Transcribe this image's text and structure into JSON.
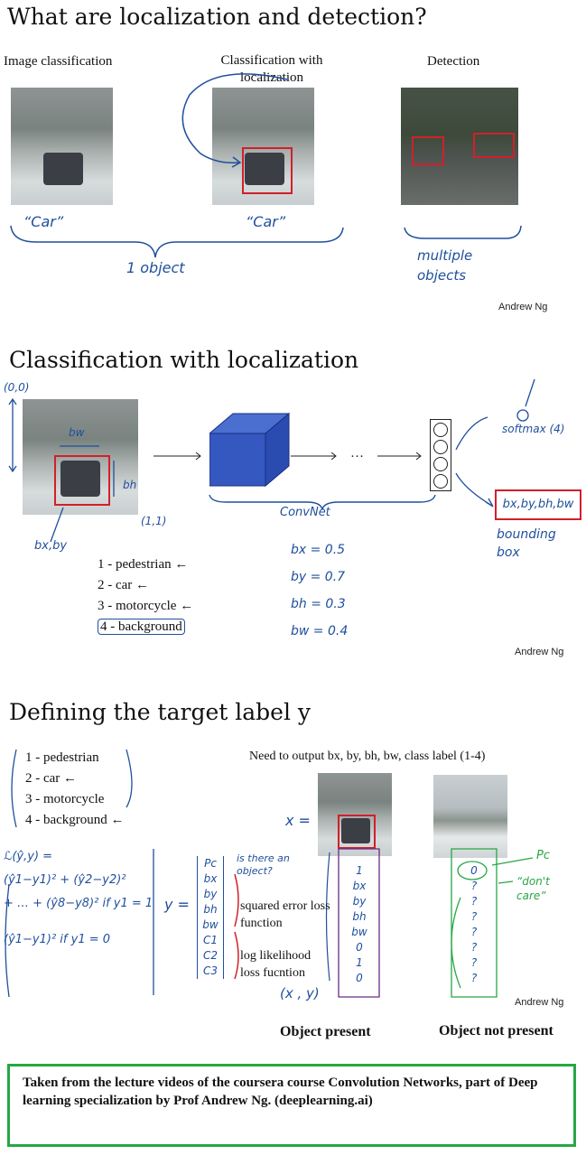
{
  "slide1": {
    "title": "What are localization and detection?",
    "col_image_classification": "Image classification",
    "col_classification_localization": "Classification with localization",
    "col_detection": "Detection",
    "note_car_1": "“Car”",
    "note_car_2": "“Car”",
    "note_one_object": "1 object",
    "note_multiple_objects": "multiple objects",
    "author": "Andrew Ng"
  },
  "slide2": {
    "title": "Classification with localization",
    "origin": "(0,0)",
    "corner": "(1,1)",
    "bw_label": "bw",
    "bh_label": "bh",
    "bxby_label": "bx,by",
    "convnet_label": "ConvNet",
    "softmax_label": "softmax (4)",
    "bbox_output": "bx,by,bh,bw",
    "bbox_label": "bounding box",
    "classes": [
      "1 - pedestrian ←",
      "2 - car ←",
      "3 - motorcycle ←",
      "4 - background"
    ],
    "values": [
      "bx = 0.5",
      "by = 0.7",
      "bh = 0.3",
      "bw = 0.4"
    ],
    "author": "Andrew Ng"
  },
  "slide3": {
    "title": "Defining the target label y",
    "classes": [
      "1 - pedestrian",
      "2 - car ←",
      "3 - motorcycle",
      "4 - background ←"
    ],
    "need_output": "Need to output bx, by, bh, bw, class label (1-4)",
    "x_eq": "x =",
    "loss_lines": [
      "ℒ(ŷ,y) =",
      "(ŷ1−y1)² + (ŷ2−y2)²",
      "+ … + (ŷ8−y8)²   if y1 = 1",
      "(ŷ1−y1)²       if y1 = 0"
    ],
    "y_eq": "y =",
    "y_vector": [
      "Pc",
      "bx",
      "by",
      "bh",
      "bw",
      "C1",
      "C2",
      "C3"
    ],
    "is_there_object": "is there an object?",
    "squared_error": "squared error loss function",
    "log_likelihood": "log likelihood loss fucntion",
    "present_vector": [
      "1",
      "bx",
      "by",
      "bh",
      "bw",
      "0",
      "1",
      "0"
    ],
    "not_present_vector": [
      "0",
      "?",
      "?",
      "?",
      "?",
      "?",
      "?",
      "?"
    ],
    "xy_pair": "(x , y)",
    "pc_note": "Pc",
    "dont_care": "“don't care”",
    "object_present": "Object present",
    "object_not_present": "Object not present",
    "author": "Andrew Ng"
  },
  "footer": {
    "text": "Taken from the lecture videos of the coursera course Convolution Networks, part of Deep learning specialization by Prof Andrew Ng. (deeplearning.ai)"
  }
}
